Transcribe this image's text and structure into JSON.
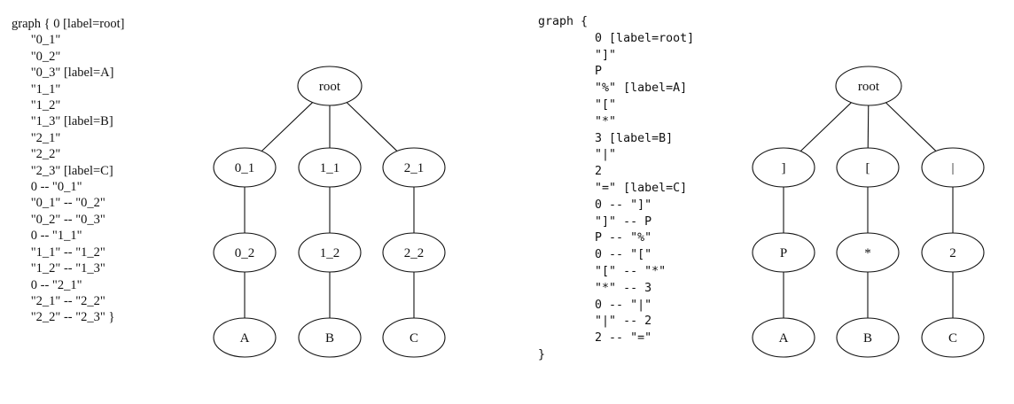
{
  "left_panel": {
    "code_lines": [
      "graph { 0 [label=root]",
      "      \"0_1\"",
      "      \"0_2\"",
      "      \"0_3\" [label=A]",
      "      \"1_1\"",
      "      \"1_2\"",
      "      \"1_3\" [label=B]",
      "      \"2_1\"",
      "      \"2_2\"",
      "      \"2_3\" [label=C]",
      "      0 -- \"0_1\"",
      "      \"0_1\" -- \"0_2\"",
      "      \"0_2\" -- \"0_3\"",
      "      0 -- \"1_1\"",
      "      \"1_1\" -- \"1_2\"",
      "      \"1_2\" -- \"1_3\"",
      "      0 -- \"2_1\"",
      "      \"2_1\" -- \"2_2\"",
      "      \"2_2\" -- \"2_3\" }"
    ],
    "graph": {
      "nodes": [
        {
          "id": "0",
          "label": "root"
        },
        {
          "id": "0_1",
          "label": "0_1"
        },
        {
          "id": "1_1",
          "label": "1_1"
        },
        {
          "id": "2_1",
          "label": "2_1"
        },
        {
          "id": "0_2",
          "label": "0_2"
        },
        {
          "id": "1_2",
          "label": "1_2"
        },
        {
          "id": "2_2",
          "label": "2_2"
        },
        {
          "id": "0_3",
          "label": "A"
        },
        {
          "id": "1_3",
          "label": "B"
        },
        {
          "id": "2_3",
          "label": "C"
        }
      ],
      "edges": [
        [
          "0",
          "0_1"
        ],
        [
          "0_1",
          "0_2"
        ],
        [
          "0_2",
          "0_3"
        ],
        [
          "0",
          "1_1"
        ],
        [
          "1_1",
          "1_2"
        ],
        [
          "1_2",
          "1_3"
        ],
        [
          "0",
          "2_1"
        ],
        [
          "2_1",
          "2_2"
        ],
        [
          "2_2",
          "2_3"
        ]
      ]
    }
  },
  "right_panel": {
    "code_lines": [
      "graph {",
      "        0 [label=root]",
      "        \"]\"",
      "        P",
      "        \"%\" [label=A]",
      "        \"[\"",
      "        \"*\"",
      "        3 [label=B]",
      "        \"|\"",
      "        2",
      "        \"=\" [label=C]",
      "        0 -- \"]\"",
      "        \"]\" -- P",
      "        P -- \"%\"",
      "        0 -- \"[\"",
      "        \"[\" -- \"*\"",
      "        \"*\" -- 3",
      "        0 -- \"|\"",
      "        \"|\" -- 2",
      "        2 -- \"=\"",
      "}"
    ],
    "graph": {
      "nodes": [
        {
          "id": "0",
          "label": "root"
        },
        {
          "id": "]",
          "label": "]"
        },
        {
          "id": "[",
          "label": "["
        },
        {
          "id": "|",
          "label": "|"
        },
        {
          "id": "P",
          "label": "P"
        },
        {
          "id": "*",
          "label": "*"
        },
        {
          "id": "2",
          "label": "2"
        },
        {
          "id": "%",
          "label": "A"
        },
        {
          "id": "3",
          "label": "B"
        },
        {
          "id": "=",
          "label": "C"
        }
      ],
      "edges": [
        [
          "0",
          "]"
        ],
        [
          "]",
          "P"
        ],
        [
          "P",
          "%"
        ],
        [
          "0",
          "["
        ],
        [
          "[",
          "*"
        ],
        [
          "*",
          "3"
        ],
        [
          "0",
          "|"
        ],
        [
          "|",
          "2"
        ],
        [
          "2",
          "="
        ]
      ]
    }
  }
}
